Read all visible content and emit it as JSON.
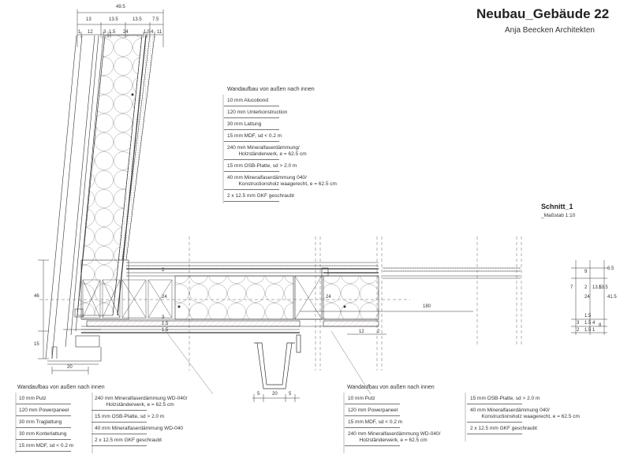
{
  "title": {
    "project": "Neubau_Gebäude 22",
    "architect": "Anja Beecken Architekten"
  },
  "section": {
    "name": "Schnitt_1",
    "scale_label": "_Maßstab 1:10"
  },
  "top_dimensions": {
    "total": "49.5",
    "row1": [
      "13",
      "13.5",
      "13.5",
      "7.5"
    ],
    "row2": [
      "1",
      "12",
      "3",
      "1.5",
      "24",
      "1.5",
      "4",
      "11"
    ]
  },
  "legend_roof": {
    "heading": "Wandaufbau von außen nach innen",
    "items": [
      "10 mm Alucobond",
      "120 mm Unterkonstruction",
      "30 mm Lattung",
      "15 mm MDF, sd < 0.2 m",
      "240 mm Mineralfaserdämmung/\n        Holzständerwerk, e = 62.5 cm",
      "15 mm OSB-Platte, sd > 2.0 m",
      "40 mm Mineralfaserdämmung 040/\n        Konstructionsholz waagerecht, e = 62.5 cm",
      "2 x 12.5 mm GKF geschraubt"
    ]
  },
  "legend_bottom_left": {
    "heading": "Wandaufbau von außen nach innen",
    "col1": [
      "10 mm Putz",
      "120 mm Powerpaneel",
      "30 mm Traglattung",
      "30 mm Konterlattung",
      "15 mm MDF, sd < 0.2 m"
    ],
    "col2": [
      "240 mm Mineralfaserdämmung WD-040/\n        Holzständerwerk, e = 62.5 cm",
      "15 mm OSB-Platte, sd > 2.0 m",
      "40 mm Mineralfaserdämmung WD-040",
      "2 x 12.5 mm GKF geschraubt"
    ]
  },
  "legend_bottom_right": {
    "heading": "Wandaufbau von außen nach innen",
    "col1": [
      "10 mm Putz",
      "120 mm Powerpaneel",
      "15 mm MDF, sd < 0.2 m",
      "240 mm Mineralfaserdämmung WD-040/\n        Holzständerwerk, e = 62.5 cm"
    ],
    "col2": [
      "15 mm OSB-Platte, sd > 2.0 m",
      "40 mm Mineralfaserdämmung 040/\n        Konstructionsholz waagerecht, e = 62.5 cm",
      "2 x 12.5 mm GKF geschraubt"
    ]
  },
  "dimensions": {
    "left_46": "46",
    "left_15": "15",
    "bottom_20": "20",
    "gutter_5a": "5",
    "gutter_20": "20",
    "gutter_5b": "5",
    "span_180": "180",
    "small_12": "12",
    "small_2": "2",
    "slab_24": "24",
    "slab_24b": "24",
    "slab_small": [
      "2",
      "3",
      "1.5",
      "1.5"
    ],
    "right_stack": [
      "9",
      "7",
      "2",
      "13.5",
      "24",
      "1.5",
      "3",
      "1.5",
      "4",
      "2",
      "1.5",
      "1"
    ],
    "right_outer": [
      "6.5",
      "13.5",
      "41.5",
      "8"
    ]
  }
}
